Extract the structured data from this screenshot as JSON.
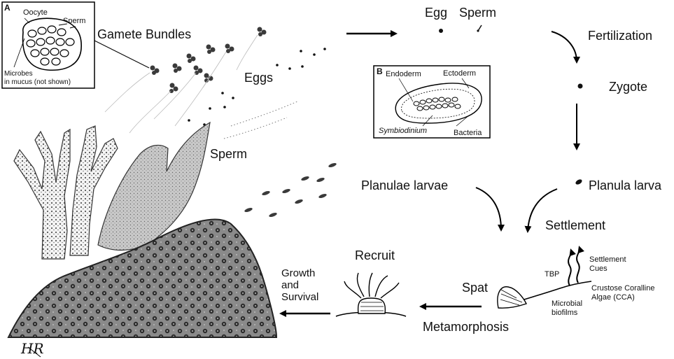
{
  "inset_a": {
    "letter": "A",
    "oocyte": "Oocyte",
    "sperm": "Sperm",
    "microbes_line1": "Microbes",
    "microbes_line2": "in mucus (not shown)"
  },
  "inset_b": {
    "letter": "B",
    "endoderm": "Endoderm",
    "ectoderm": "Ectoderm",
    "symbiodinium": "Symbiodinium",
    "bacteria": "Bacteria"
  },
  "labels": {
    "gamete_bundles": "Gamete Bundles",
    "eggs": "Eggs",
    "sperm": "Sperm",
    "egg": "Egg",
    "sperm_top": "Sperm",
    "fertilization": "Fertilization",
    "zygote": "Zygote",
    "planula_larva": "Planula larva",
    "planulae_larvae": "Planulae larvae",
    "settlement": "Settlement",
    "settlement_cues_1": "Settlement",
    "settlement_cues_2": "Cues",
    "tbp": "TBP",
    "cca_1": "Crustose Coralline",
    "cca_2": "Algae (CCA)",
    "microbial_1": "Microbial",
    "microbial_2": "biofilms",
    "spat": "Spat",
    "recruit": "Recruit",
    "metamorphosis": "Metamorphosis",
    "growth_1": "Growth",
    "growth_2": "and",
    "growth_3": "Survival"
  },
  "signature": "HR"
}
